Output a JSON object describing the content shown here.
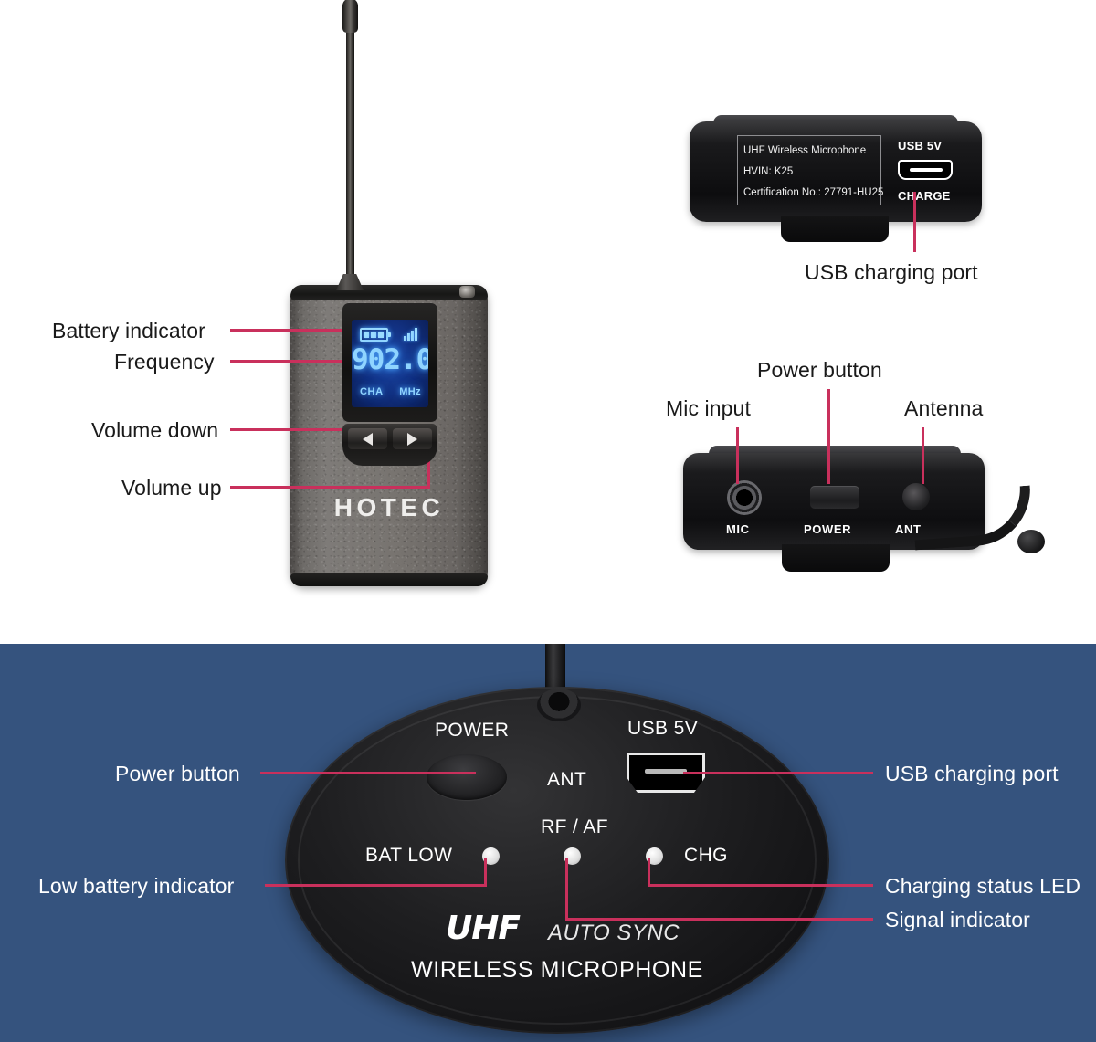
{
  "product": {
    "brand": "HOTEC",
    "device_label": {
      "title": "UHF Wireless Microphone",
      "hvin": "HVIN: K25",
      "certification": "Certification No.: 27791-HU25",
      "usb_caption": "USB 5V",
      "charge_caption": "CHARGE"
    },
    "display": {
      "frequency": "902.0",
      "channel_label": "CHA",
      "unit_label": "MHz",
      "battery_icon": "battery-icon",
      "signal_icon": "signal-bars-icon"
    },
    "ports_panel": {
      "mic_caption": "MIC",
      "power_caption": "POWER",
      "antenna_caption": "ANT"
    },
    "oval_panel": {
      "power_caption": "POWER",
      "ant_caption": "ANT",
      "usb_caption": "USB 5V",
      "rfaf_caption": "RF / AF",
      "bat_low_caption": "BAT LOW",
      "chg_caption": "CHG",
      "uhf_logo": "UHF",
      "auto_sync": "AUTO SYNC",
      "wireless_microphone": "WIRELESS MICROPHONE"
    }
  },
  "callouts": {
    "top_left": [
      {
        "label": "Battery indicator"
      },
      {
        "label": "Frequency"
      },
      {
        "label": "Volume down"
      },
      {
        "label": "Volume up"
      }
    ],
    "top_right": [
      {
        "label": "USB charging port"
      },
      {
        "label": "Mic input"
      },
      {
        "label": "Power button"
      },
      {
        "label": "Antenna"
      }
    ],
    "bottom_left": [
      {
        "label": "Power button"
      },
      {
        "label": "Low battery indicator"
      }
    ],
    "bottom_right": [
      {
        "label": "USB charging port"
      },
      {
        "label": "Charging status LED"
      },
      {
        "label": "Signal indicator"
      }
    ]
  },
  "colors": {
    "callout_line": "#c9305c",
    "panel_background": "#35537e",
    "page_background": "#ffffff",
    "lcd_glow": "#8fd4ff",
    "body_metal": "#77736f"
  }
}
